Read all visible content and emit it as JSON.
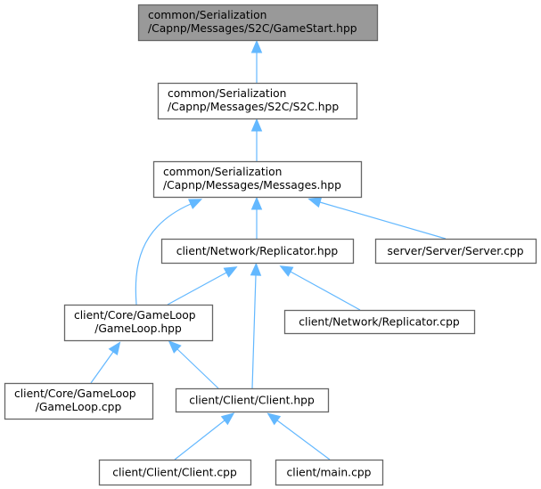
{
  "graph": {
    "nodes": [
      {
        "id": "gamestart",
        "lines": [
          "common/Serialization",
          "/Capnp/Messages/S2C/GameStart.hpp"
        ],
        "highlighted": true
      },
      {
        "id": "s2c",
        "lines": [
          "common/Serialization",
          "/Capnp/Messages/S2C/S2C.hpp"
        ]
      },
      {
        "id": "messages",
        "lines": [
          "common/Serialization",
          "/Capnp/Messages/Messages.hpp"
        ]
      },
      {
        "id": "replicator_hpp",
        "lines": [
          "client/Network/Replicator.hpp"
        ]
      },
      {
        "id": "server_cpp",
        "lines": [
          "server/Server/Server.cpp"
        ]
      },
      {
        "id": "gameloop_hpp",
        "lines": [
          "client/Core/GameLoop",
          "/GameLoop.hpp"
        ]
      },
      {
        "id": "replicator_cpp",
        "lines": [
          "client/Network/Replicator.cpp"
        ]
      },
      {
        "id": "gameloop_cpp",
        "lines": [
          "client/Core/GameLoop",
          "/GameLoop.cpp"
        ]
      },
      {
        "id": "client_hpp",
        "lines": [
          "client/Client/Client.hpp"
        ]
      },
      {
        "id": "client_cpp",
        "lines": [
          "client/Client/Client.cpp"
        ]
      },
      {
        "id": "main_cpp",
        "lines": [
          "client/main.cpp"
        ]
      }
    ],
    "edges": [
      {
        "from": "s2c",
        "to": "gamestart"
      },
      {
        "from": "messages",
        "to": "s2c"
      },
      {
        "from": "gameloop_hpp",
        "to": "messages"
      },
      {
        "from": "replicator_hpp",
        "to": "messages"
      },
      {
        "from": "server_cpp",
        "to": "messages"
      },
      {
        "from": "gameloop_hpp",
        "to": "replicator_hpp"
      },
      {
        "from": "client_hpp",
        "to": "replicator_hpp"
      },
      {
        "from": "replicator_cpp",
        "to": "replicator_hpp"
      },
      {
        "from": "gameloop_cpp",
        "to": "gameloop_hpp"
      },
      {
        "from": "client_hpp",
        "to": "gameloop_hpp"
      },
      {
        "from": "client_cpp",
        "to": "client_hpp"
      },
      {
        "from": "main_cpp",
        "to": "client_hpp"
      }
    ]
  }
}
